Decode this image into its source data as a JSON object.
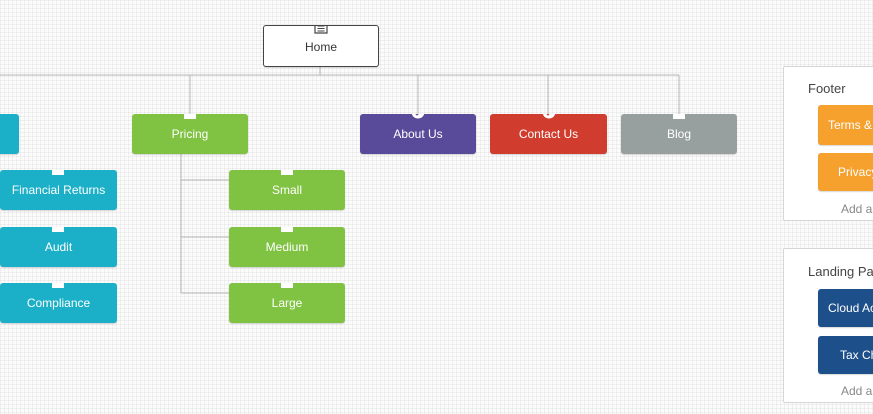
{
  "home": {
    "label": "Home",
    "icon": "document-icon"
  },
  "top_level": [
    {
      "label": "",
      "color": "#1bb0c8",
      "icon": ""
    },
    {
      "label": "Pricing",
      "color": "#80c342",
      "icon": "document-icon"
    },
    {
      "label": "About Us",
      "color": "#5a4a9a",
      "icon": "check-icon"
    },
    {
      "label": "Contact Us",
      "color": "#d03c2d",
      "icon": "check-icon"
    },
    {
      "label": "Blog",
      "color": "#97a09f",
      "icon": "document-icon"
    }
  ],
  "left_children": [
    {
      "label": "Financial Returns",
      "color": "#1bb0c8",
      "icon": "document-icon"
    },
    {
      "label": "Audit",
      "color": "#1bb0c8",
      "icon": "document-icon"
    },
    {
      "label": "Compliance",
      "color": "#1bb0c8",
      "icon": "document-icon"
    }
  ],
  "pricing_children": [
    {
      "label": "Small",
      "color": "#80c342",
      "icon": "document-icon"
    },
    {
      "label": "Medium",
      "color": "#80c342",
      "icon": "document-icon"
    },
    {
      "label": "Large",
      "color": "#80c342",
      "icon": "document-icon"
    }
  ],
  "footer": {
    "title": "Footer",
    "items": [
      {
        "label": "Terms & C",
        "color": "#f6a02e"
      },
      {
        "label": "Privacy",
        "color": "#f6a02e"
      }
    ],
    "add_label": "Add a"
  },
  "landing": {
    "title": "Landing Pa",
    "items": [
      {
        "label": "Cloud Ac",
        "color": "#1d4f8a"
      },
      {
        "label": "Tax Ch",
        "color": "#1d4f8a"
      }
    ],
    "add_label": "Add a"
  }
}
